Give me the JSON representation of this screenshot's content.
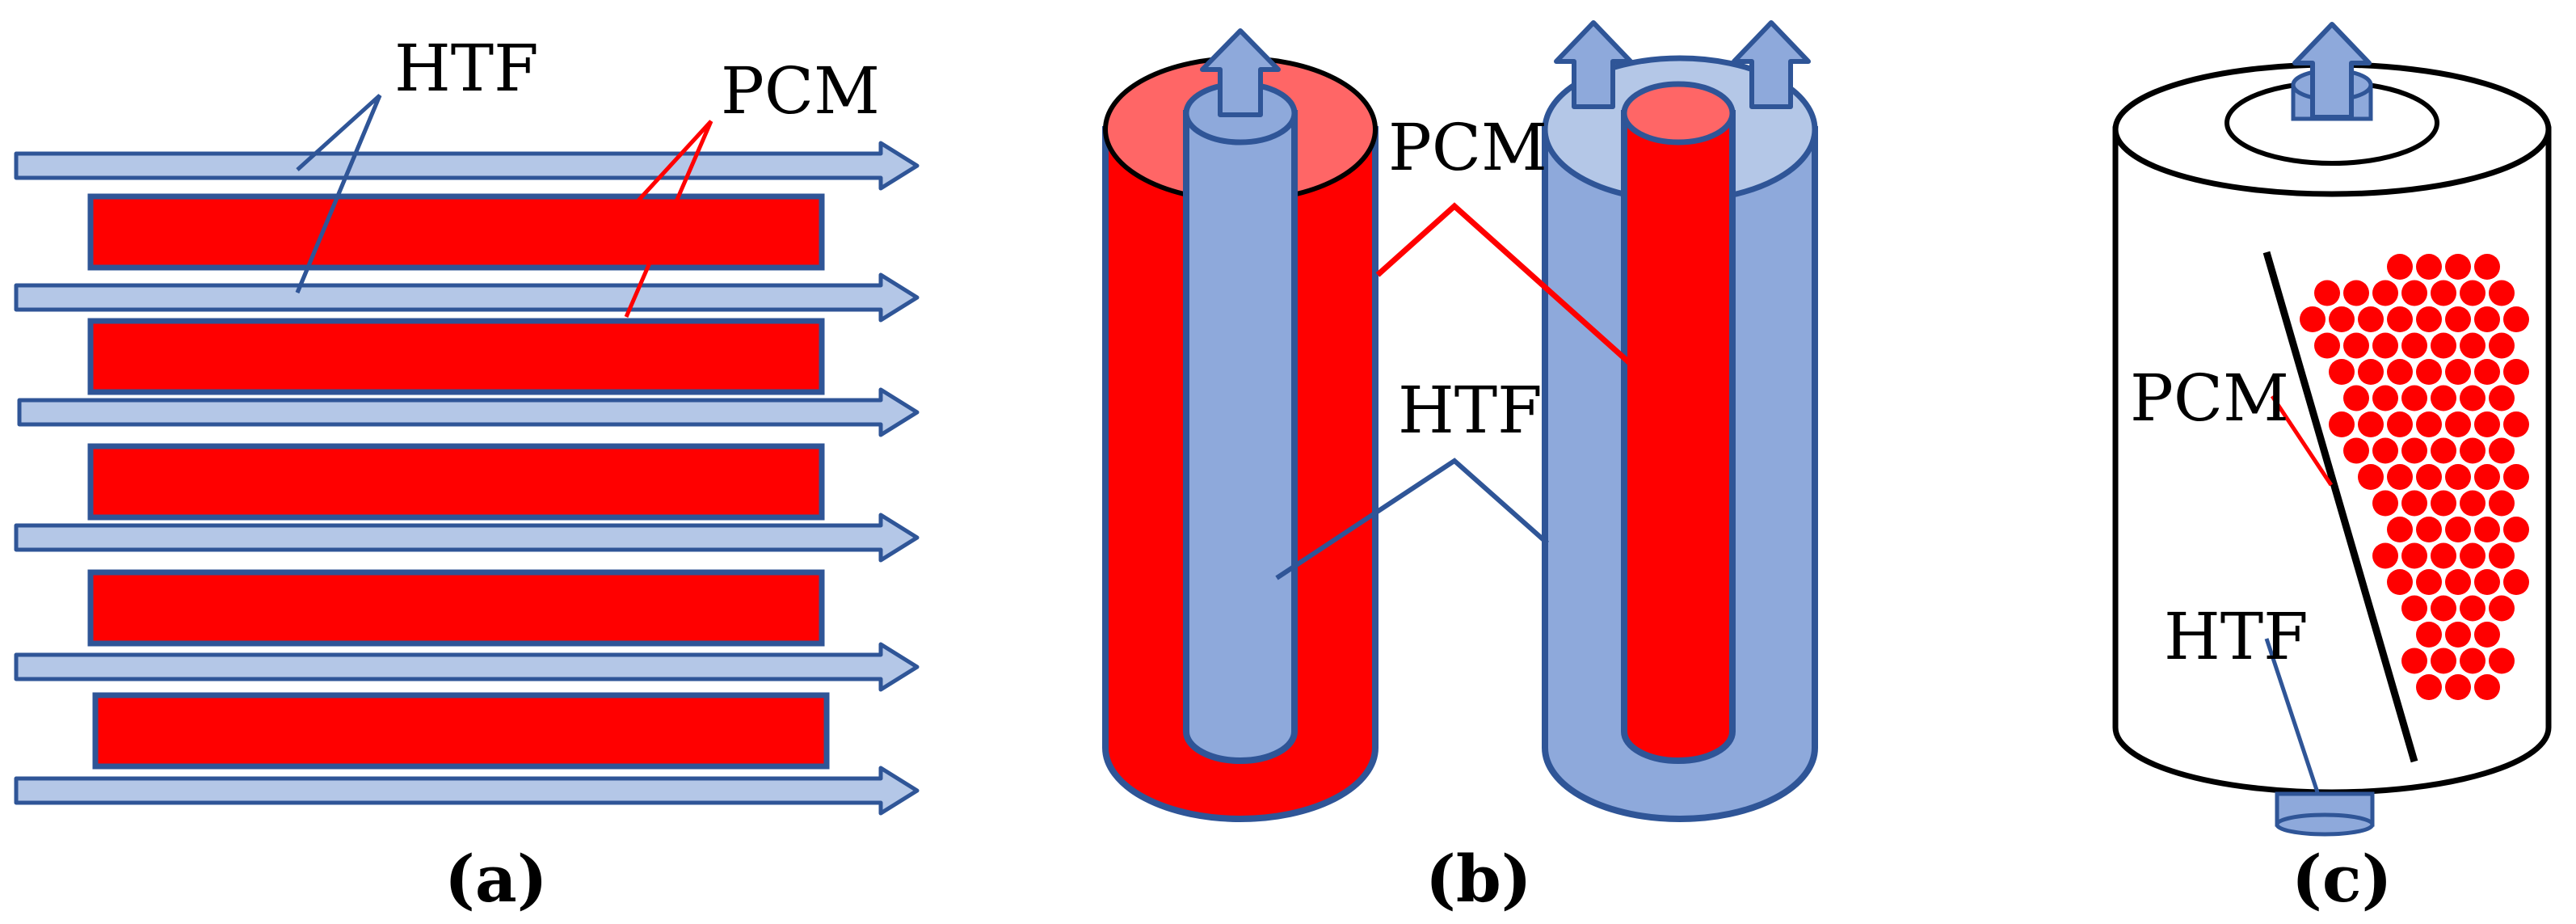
{
  "colors": {
    "htf_fill": "#8EA9DB",
    "htf_fill_light": "#B4C7E7",
    "htf_stroke": "#2F5597",
    "pcm_fill": "#FF0000",
    "pcm_fill_light": "#FF6666",
    "pcm_leader": "#FF0000",
    "htf_leader": "#2F5597",
    "outline": "#000000"
  },
  "panel_a": {
    "htf_label": "HTF",
    "pcm_label": "PCM",
    "caption": "(a)"
  },
  "panel_b": {
    "pcm_label": "PCM",
    "htf_label": "HTF",
    "caption": "(b)"
  },
  "panel_c": {
    "pcm_label": "PCM",
    "htf_label": "HTF",
    "caption": "(c)"
  }
}
